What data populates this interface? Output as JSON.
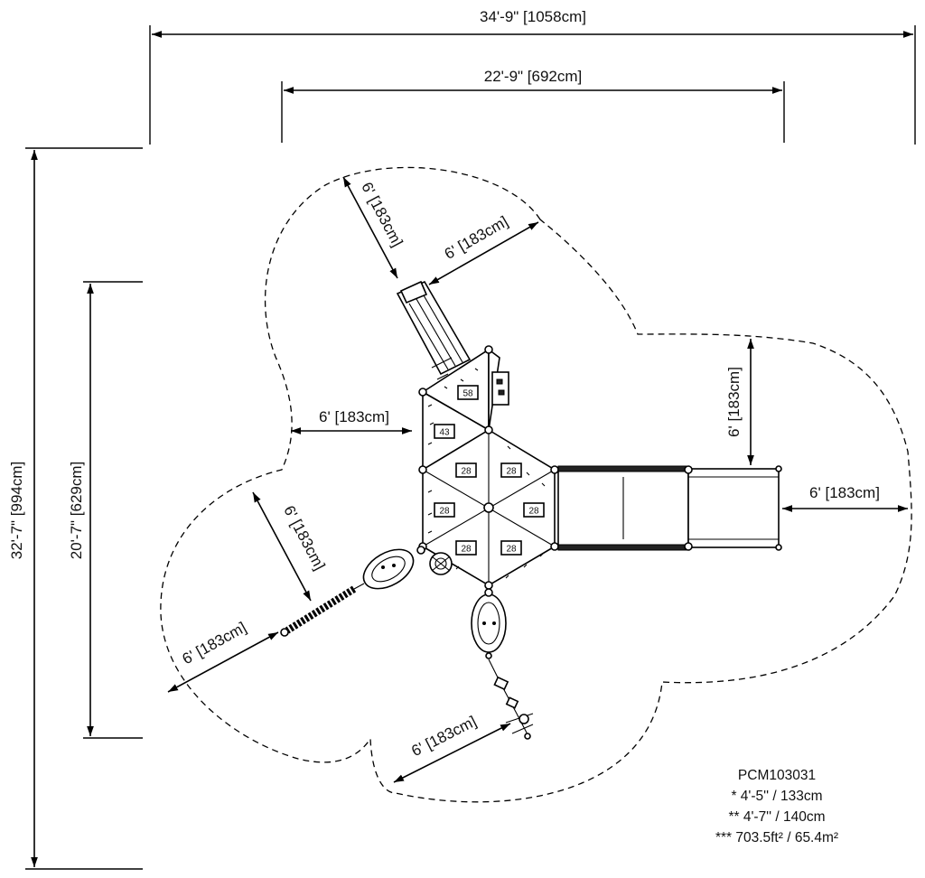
{
  "dimensions": {
    "overall_width": "34'-9\" [1058cm]",
    "inner_width": "22'-9\" [692cm]",
    "overall_height": "32'-7\" [994cm]",
    "inner_height": "20'-7\" [629cm]",
    "clearance": "6' [183cm]"
  },
  "deck_heights": [
    "58",
    "43",
    "28",
    "28",
    "28",
    "28",
    "28",
    "28"
  ],
  "notes": {
    "model": "PCM103031",
    "height_1": "* 4'-5'' / 133cm",
    "height_2": "** 4'-7'' / 140cm",
    "area": "*** 703.5ft² / 65.4m²"
  }
}
